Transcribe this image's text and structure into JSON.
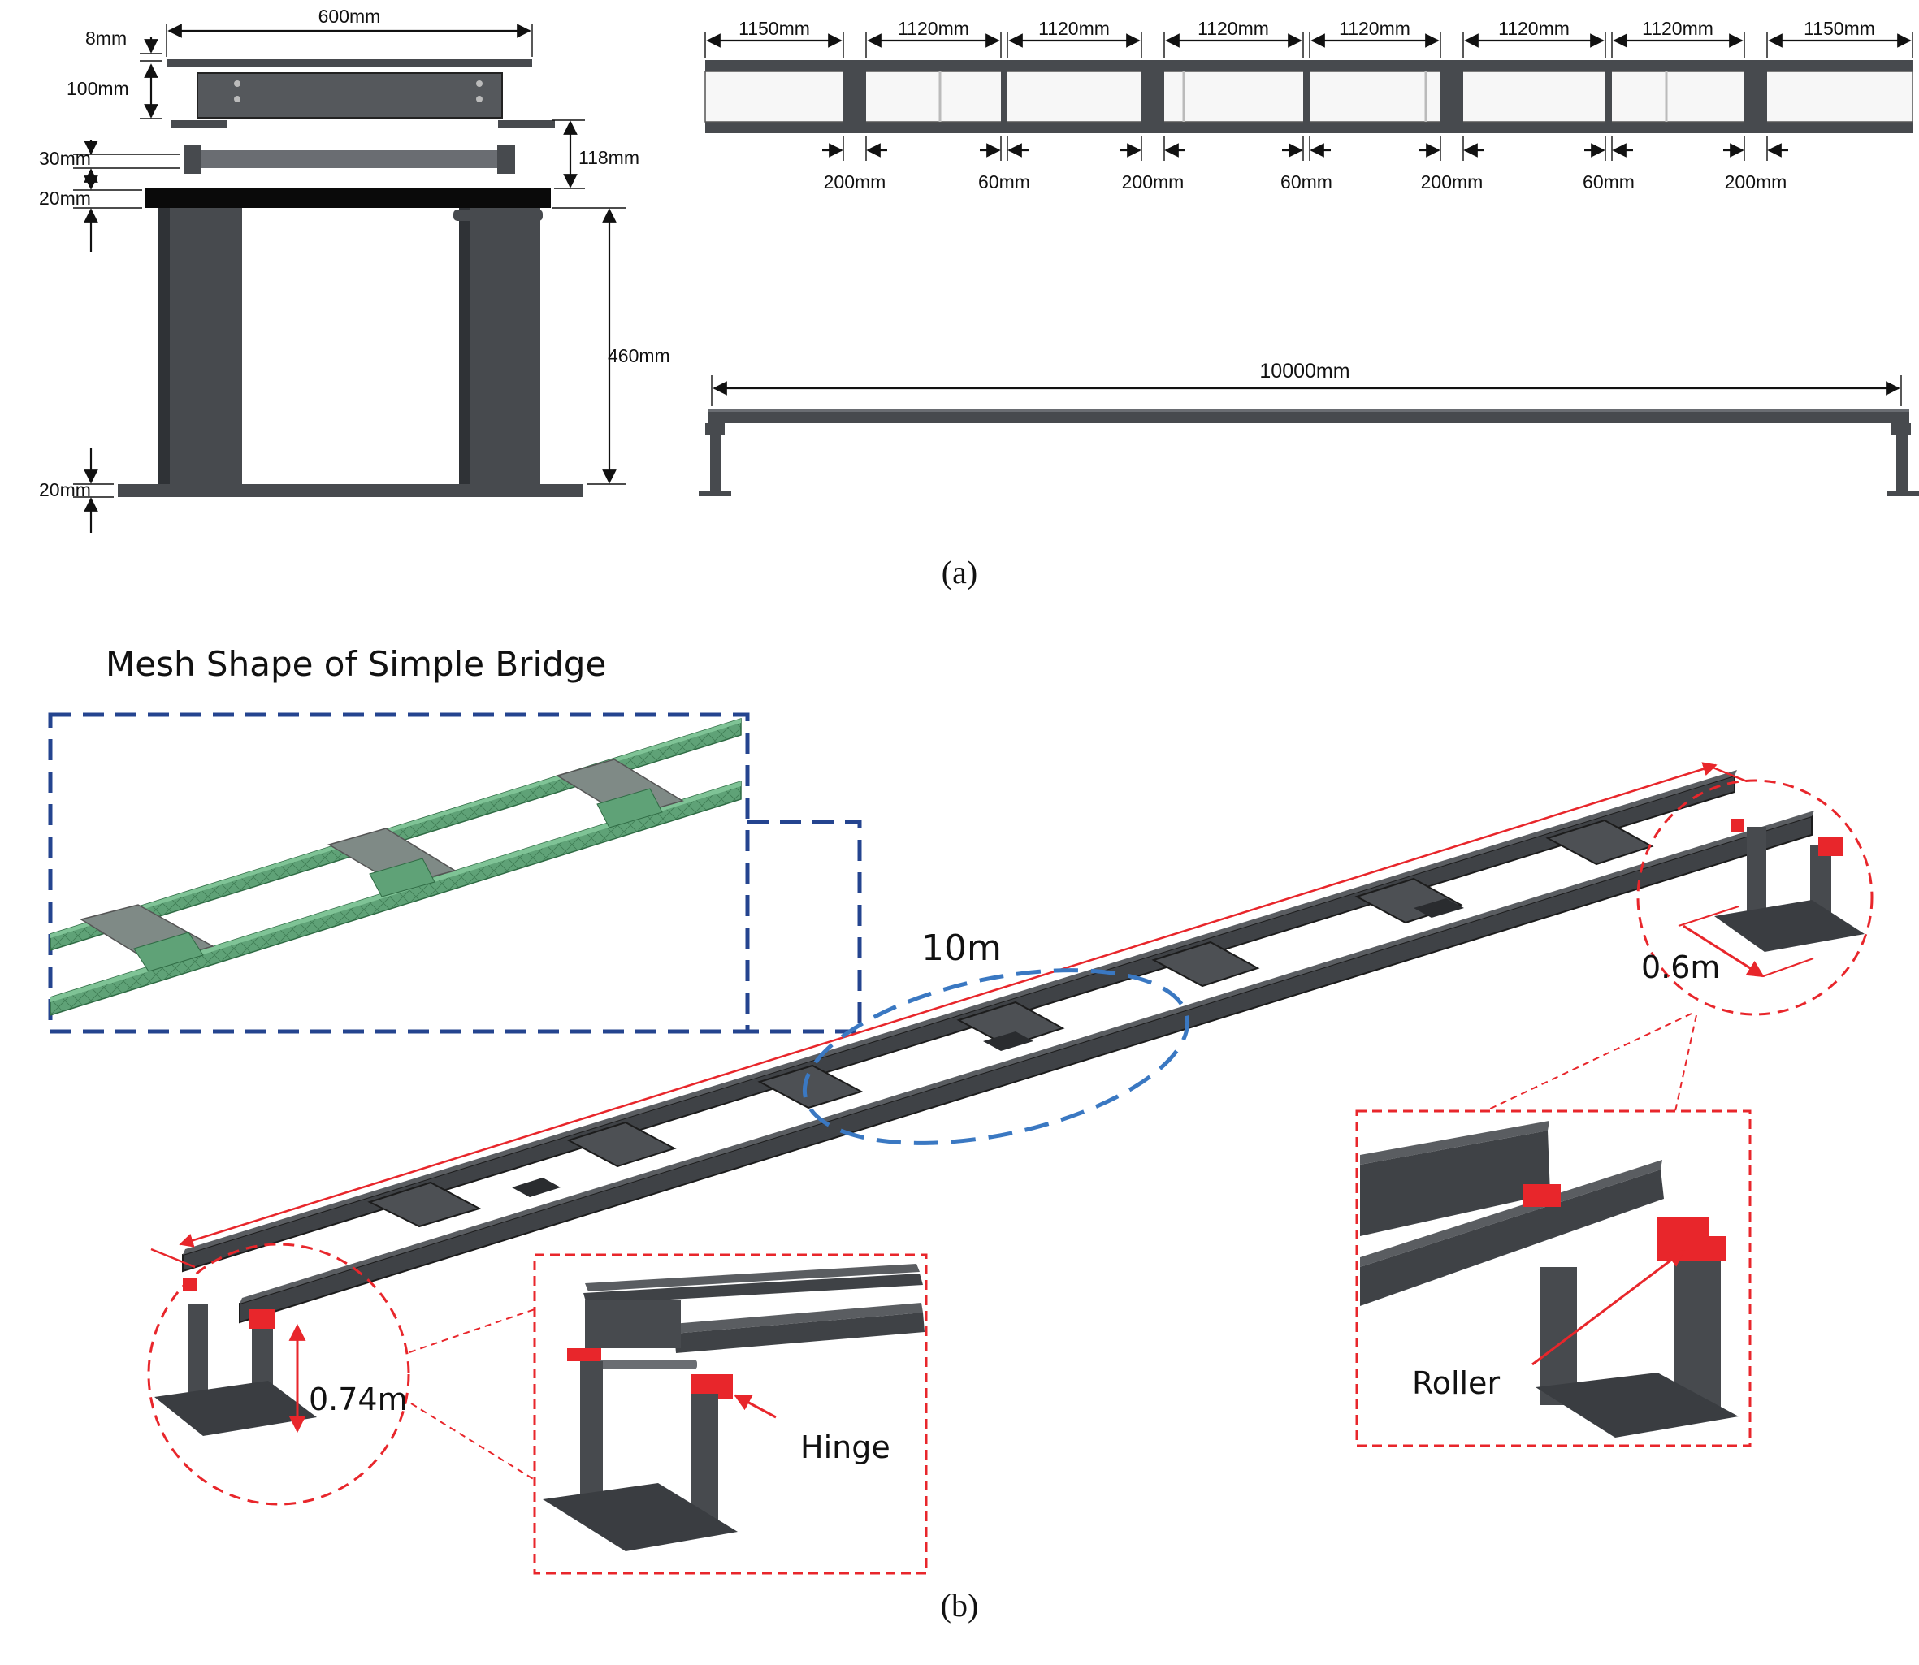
{
  "panel_a": {
    "caption": "(a)",
    "cross_section": {
      "dims": {
        "flange_thickness": "8mm",
        "width": "600mm",
        "girder_height": "100mm",
        "roller_height": "30mm",
        "support_height": "118mm",
        "cap_plate": "20mm",
        "column_height": "460mm",
        "base_plate": "20mm"
      }
    },
    "plan_view": {
      "segments": [
        "1150mm",
        "1120mm",
        "1120mm",
        "1120mm",
        "1120mm",
        "1120mm",
        "1120mm",
        "1150mm"
      ],
      "gaps": [
        "200mm",
        "60mm",
        "200mm",
        "60mm",
        "200mm",
        "60mm",
        "200mm"
      ]
    },
    "elevation": {
      "span": "10000mm"
    }
  },
  "panel_b": {
    "caption": "(b)",
    "mesh_title": "Mesh Shape of Simple Bridge",
    "span_label": "10m",
    "width_label": "0.6m",
    "height_label": "0.74m",
    "hinge_label": "Hinge",
    "roller_label": "Roller"
  },
  "colors": {
    "steel": "#474a4e",
    "mesh_green": "#5fa277",
    "annotation_red": "#e8262b",
    "callout_blue": "#3a78c2",
    "inset_navy": "#24448f"
  }
}
